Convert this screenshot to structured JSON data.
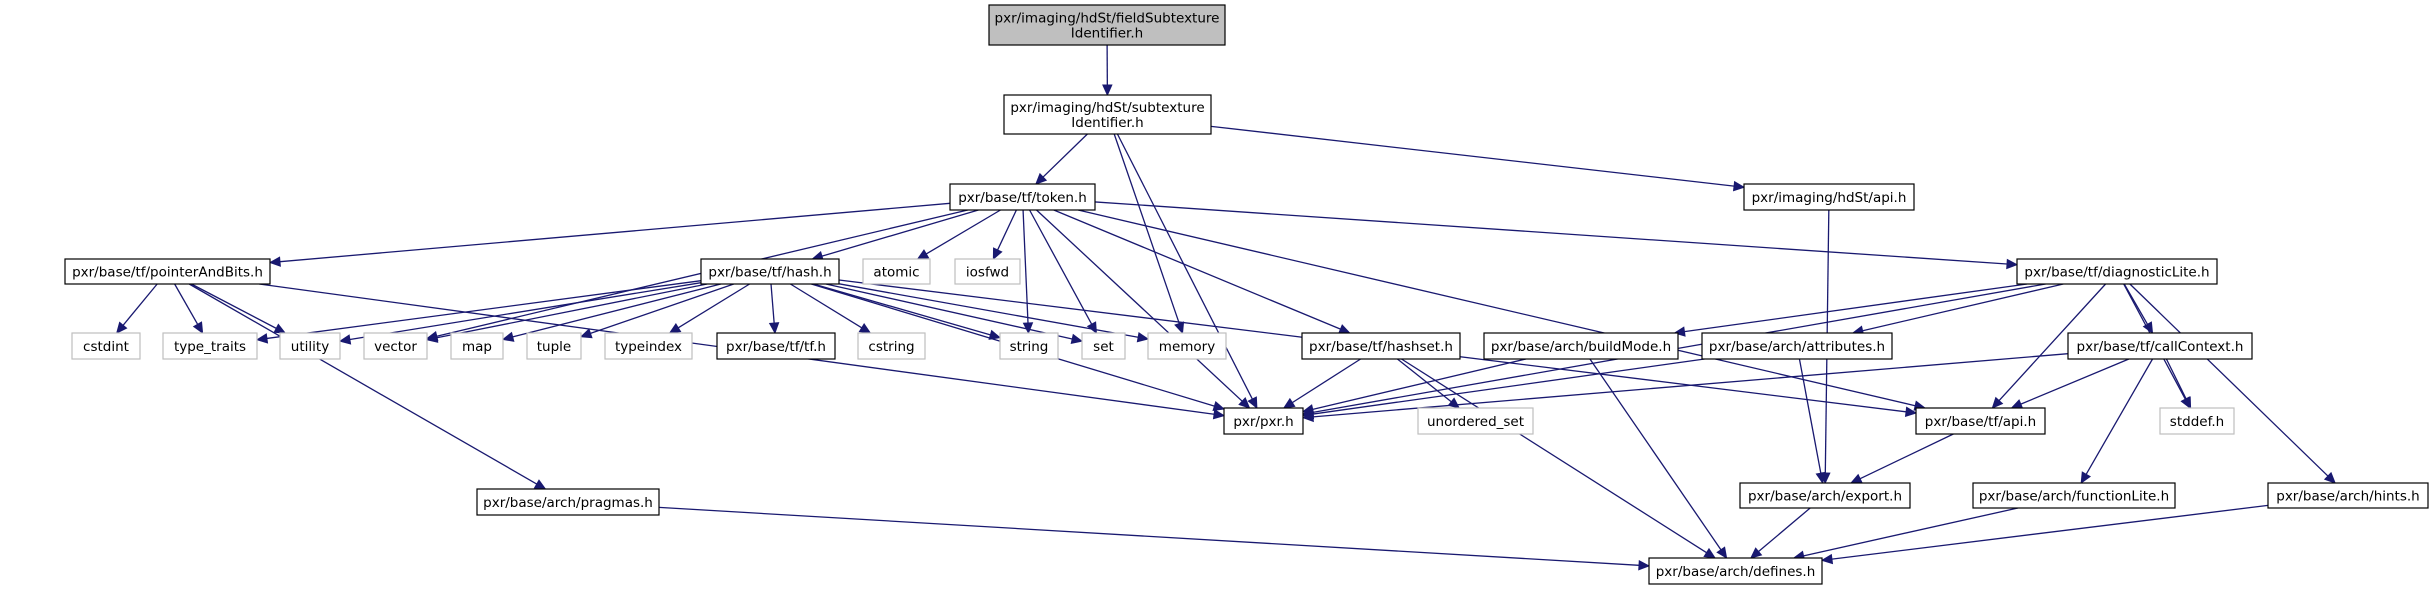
{
  "title": "Include dependency graph for fieldSubtextureIdentifier.h",
  "colors": {
    "edge": "#191970",
    "current_fill": "#bfbfbf",
    "external_border": "#bfbfbf",
    "node_border": "#000000"
  },
  "nodes": [
    {
      "id": "root",
      "lines": [
        "pxr/imaging/hdSt/fieldSubtexture",
        "Identifier.h"
      ],
      "kind": "current"
    },
    {
      "id": "subtex",
      "lines": [
        "pxr/imaging/hdSt/subtexture",
        "Identifier.h"
      ],
      "kind": "internal"
    },
    {
      "id": "token",
      "lines": [
        "pxr/base/tf/token.h"
      ],
      "kind": "internal"
    },
    {
      "id": "hdstapi",
      "lines": [
        "pxr/imaging/hdSt/api.h"
      ],
      "kind": "internal"
    },
    {
      "id": "pab",
      "lines": [
        "pxr/base/tf/pointerAndBits.h"
      ],
      "kind": "internal"
    },
    {
      "id": "hash",
      "lines": [
        "pxr/base/tf/hash.h"
      ],
      "kind": "internal"
    },
    {
      "id": "atomic",
      "lines": [
        "atomic"
      ],
      "kind": "external"
    },
    {
      "id": "iosfwd",
      "lines": [
        "iosfwd"
      ],
      "kind": "external"
    },
    {
      "id": "diag",
      "lines": [
        "pxr/base/tf/diagnosticLite.h"
      ],
      "kind": "internal"
    },
    {
      "id": "cstdint",
      "lines": [
        "cstdint"
      ],
      "kind": "external"
    },
    {
      "id": "type_traits",
      "lines": [
        "type_traits"
      ],
      "kind": "external"
    },
    {
      "id": "utility",
      "lines": [
        "utility"
      ],
      "kind": "external"
    },
    {
      "id": "vector",
      "lines": [
        "vector"
      ],
      "kind": "external"
    },
    {
      "id": "map",
      "lines": [
        "map"
      ],
      "kind": "external"
    },
    {
      "id": "tuple",
      "lines": [
        "tuple"
      ],
      "kind": "external"
    },
    {
      "id": "typeindex",
      "lines": [
        "typeindex"
      ],
      "kind": "external"
    },
    {
      "id": "tfh",
      "lines": [
        "pxr/base/tf/tf.h"
      ],
      "kind": "internal"
    },
    {
      "id": "cstring",
      "lines": [
        "cstring"
      ],
      "kind": "external"
    },
    {
      "id": "string",
      "lines": [
        "string"
      ],
      "kind": "external"
    },
    {
      "id": "set",
      "lines": [
        "set"
      ],
      "kind": "external"
    },
    {
      "id": "memory",
      "lines": [
        "memory"
      ],
      "kind": "external"
    },
    {
      "id": "hashset",
      "lines": [
        "pxr/base/tf/hashset.h"
      ],
      "kind": "internal"
    },
    {
      "id": "buildmode",
      "lines": [
        "pxr/base/arch/buildMode.h"
      ],
      "kind": "internal"
    },
    {
      "id": "attributes",
      "lines": [
        "pxr/base/arch/attributes.h"
      ],
      "kind": "internal"
    },
    {
      "id": "callctx",
      "lines": [
        "pxr/base/tf/callContext.h"
      ],
      "kind": "internal"
    },
    {
      "id": "pxr",
      "lines": [
        "pxr/pxr.h"
      ],
      "kind": "internal"
    },
    {
      "id": "unordered_set",
      "lines": [
        "unordered_set"
      ],
      "kind": "external"
    },
    {
      "id": "tfapi",
      "lines": [
        "pxr/base/tf/api.h"
      ],
      "kind": "internal"
    },
    {
      "id": "stddef",
      "lines": [
        "stddef.h"
      ],
      "kind": "external"
    },
    {
      "id": "pragmas",
      "lines": [
        "pxr/base/arch/pragmas.h"
      ],
      "kind": "internal"
    },
    {
      "id": "export",
      "lines": [
        "pxr/base/arch/export.h"
      ],
      "kind": "internal"
    },
    {
      "id": "functionlite",
      "lines": [
        "pxr/base/arch/functionLite.h"
      ],
      "kind": "internal"
    },
    {
      "id": "hints",
      "lines": [
        "pxr/base/arch/hints.h"
      ],
      "kind": "internal"
    },
    {
      "id": "defines",
      "lines": [
        "pxr/base/arch/defines.h"
      ],
      "kind": "internal"
    }
  ],
  "edges": [
    [
      "root",
      "subtex"
    ],
    [
      "subtex",
      "token"
    ],
    [
      "subtex",
      "memory"
    ],
    [
      "subtex",
      "pxr"
    ],
    [
      "subtex",
      "hdstapi"
    ],
    [
      "token",
      "pab"
    ],
    [
      "token",
      "hash"
    ],
    [
      "token",
      "atomic"
    ],
    [
      "token",
      "iosfwd"
    ],
    [
      "token",
      "string"
    ],
    [
      "token",
      "set"
    ],
    [
      "token",
      "vector"
    ],
    [
      "token",
      "hashset"
    ],
    [
      "token",
      "diag"
    ],
    [
      "token",
      "tfapi"
    ],
    [
      "token",
      "pxr"
    ],
    [
      "hdstapi",
      "export"
    ],
    [
      "pab",
      "cstdint"
    ],
    [
      "pab",
      "type_traits"
    ],
    [
      "pab",
      "utility"
    ],
    [
      "pab",
      "pxr"
    ],
    [
      "pab",
      "pragmas"
    ],
    [
      "hash",
      "utility"
    ],
    [
      "hash",
      "type_traits"
    ],
    [
      "hash",
      "vector"
    ],
    [
      "hash",
      "map"
    ],
    [
      "hash",
      "tuple"
    ],
    [
      "hash",
      "typeindex"
    ],
    [
      "hash",
      "tfh"
    ],
    [
      "hash",
      "cstring"
    ],
    [
      "hash",
      "string"
    ],
    [
      "hash",
      "set"
    ],
    [
      "hash",
      "memory"
    ],
    [
      "hash",
      "pxr"
    ],
    [
      "hash",
      "tfapi"
    ],
    [
      "hashset",
      "pxr"
    ],
    [
      "hashset",
      "unordered_set"
    ],
    [
      "hashset",
      "defines"
    ],
    [
      "diag",
      "pxr"
    ],
    [
      "diag",
      "buildmode"
    ],
    [
      "diag",
      "attributes"
    ],
    [
      "diag",
      "tfapi"
    ],
    [
      "diag",
      "callctx"
    ],
    [
      "diag",
      "stddef"
    ],
    [
      "diag",
      "hints"
    ],
    [
      "buildmode",
      "pxr"
    ],
    [
      "buildmode",
      "defines"
    ],
    [
      "attributes",
      "pxr"
    ],
    [
      "attributes",
      "export"
    ],
    [
      "callctx",
      "pxr"
    ],
    [
      "callctx",
      "tfapi"
    ],
    [
      "callctx",
      "stddef"
    ],
    [
      "callctx",
      "functionlite"
    ],
    [
      "tfapi",
      "export"
    ],
    [
      "pragmas",
      "defines"
    ],
    [
      "export",
      "defines"
    ],
    [
      "functionlite",
      "defines"
    ],
    [
      "hints",
      "defines"
    ]
  ]
}
